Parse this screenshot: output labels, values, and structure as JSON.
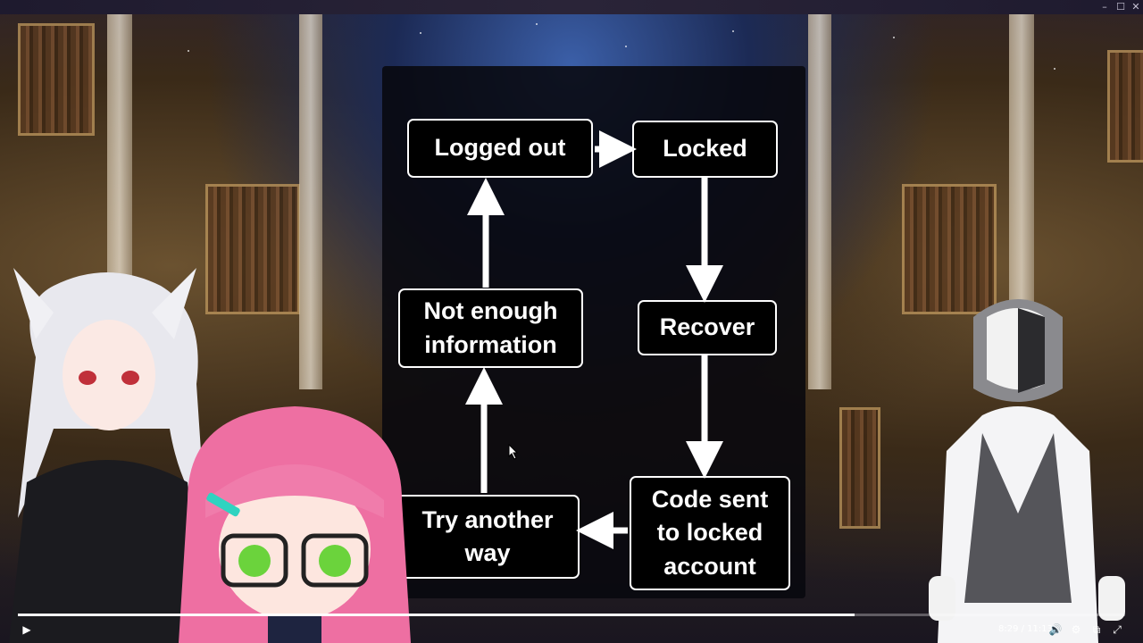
{
  "window": {
    "minimize_icon": "–",
    "maximize_icon": "☐",
    "close_icon": "✕"
  },
  "diagram": {
    "nodes": {
      "logged_out": "Logged out",
      "locked": "Locked",
      "recover": "Recover",
      "code_sent": "Code sent\nto locked\naccount",
      "try_another": "Try another\nway",
      "not_enough": "Not enough\ninformation"
    }
  },
  "player": {
    "time": "8:29 / 11:13",
    "progress": 0.756,
    "icons": {
      "play": "▶",
      "volume": "🔊",
      "settings": "⚙",
      "miniplayer": "⧉",
      "fullscreen": "⤢"
    }
  }
}
